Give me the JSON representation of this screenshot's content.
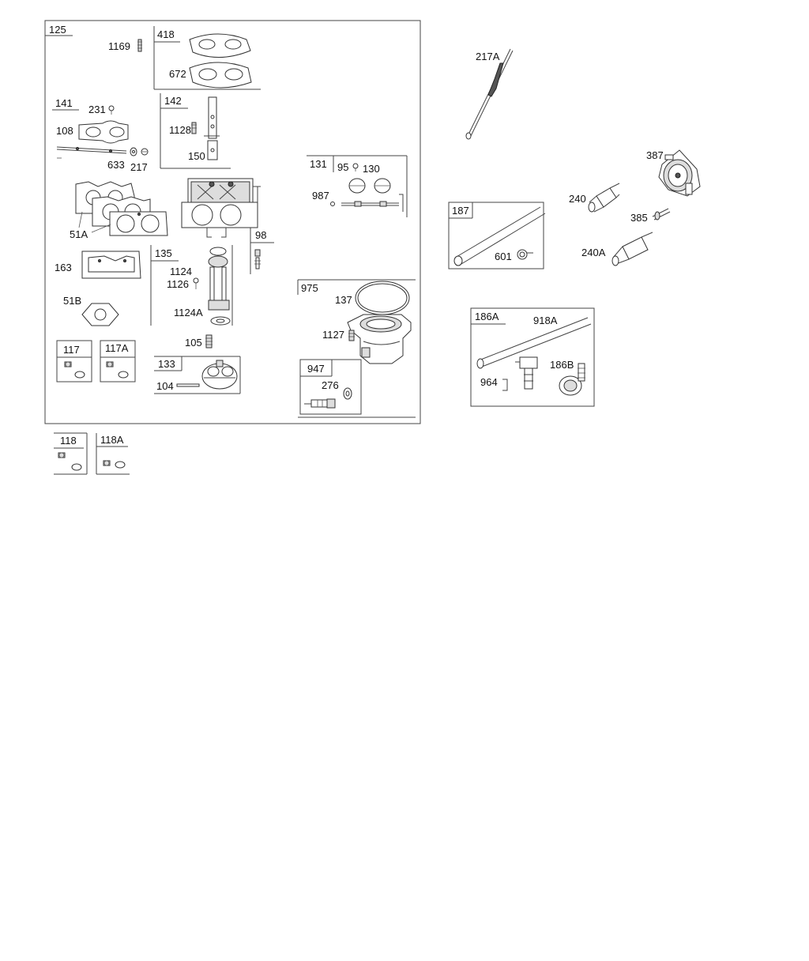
{
  "part_labels": {
    "p125": "125",
    "p1169": "1169",
    "p418": "418",
    "p672": "672",
    "p141": "141",
    "p231": "231",
    "p108": "108",
    "p633": "633",
    "p217": "217",
    "p142": "142",
    "p1128": "1128",
    "p150": "150",
    "p131": "131",
    "p95": "95",
    "p130": "130",
    "p987": "987",
    "p51A": "51A",
    "p98": "98",
    "p163": "163",
    "p135": "135",
    "p1124": "1124",
    "p1126": "1126",
    "p1124A": "1124A",
    "p51B": "51B",
    "p105": "105",
    "p117": "117",
    "p117A": "117A",
    "p133": "133",
    "p104": "104",
    "p975": "975",
    "p137": "137",
    "p1127": "1127",
    "p947": "947",
    "p276": "276",
    "p118": "118",
    "p118A": "118A",
    "p217A": "217A",
    "p387": "387",
    "p240": "240",
    "p385": "385",
    "p187": "187",
    "p601": "601",
    "p240A": "240A",
    "p186A": "186A",
    "p918A": "918A",
    "p964": "964",
    "p186B": "186B"
  }
}
